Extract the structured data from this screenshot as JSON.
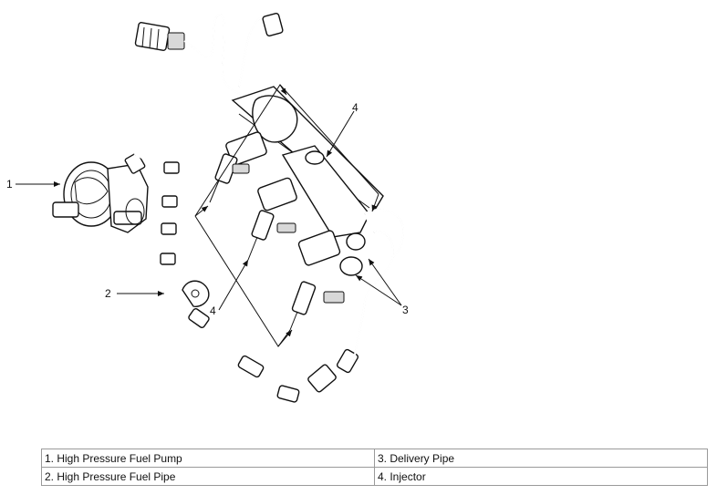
{
  "callouts": [
    {
      "id": "callout-1",
      "text": "1"
    },
    {
      "id": "callout-2",
      "text": "2"
    },
    {
      "id": "callout-3",
      "text": "3"
    },
    {
      "id": "callout-4a",
      "text": "4"
    },
    {
      "id": "callout-4b",
      "text": "4"
    }
  ],
  "legend": {
    "rows": [
      [
        "1. High Pressure Fuel Pump",
        "3. Delivery Pipe"
      ],
      [
        "2. High Pressure Fuel Pipe",
        "4. Injector"
      ]
    ]
  }
}
